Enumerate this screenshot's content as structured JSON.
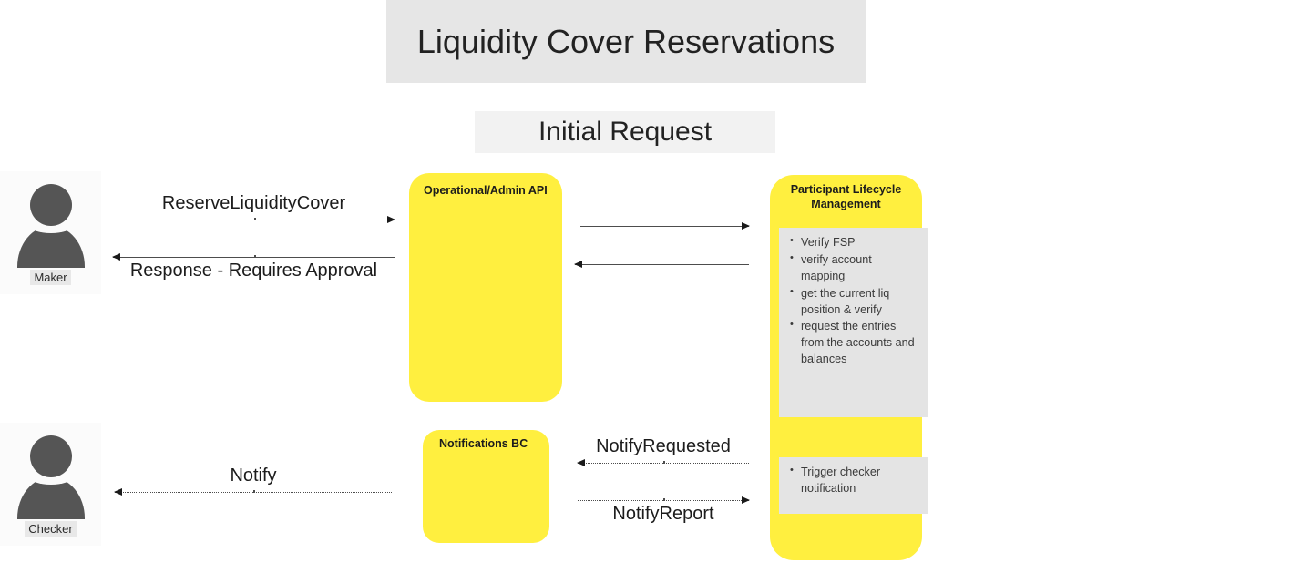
{
  "diagram": {
    "title": "Liquidity Cover Reservations",
    "subtitle": "Initial Request",
    "actors": [
      {
        "id": "maker",
        "label": "Maker",
        "icon": "person-icon"
      },
      {
        "id": "checker",
        "label": "Checker",
        "icon": "person-icon"
      }
    ],
    "participants": [
      {
        "id": "api",
        "title": "Operational/Admin API",
        "color": "#ffef3f"
      },
      {
        "id": "notifications",
        "title": "Notifications BC",
        "color": "#ffef3f"
      },
      {
        "id": "plm",
        "title": "Participant Lifecycle Management",
        "color": "#ffef3f"
      }
    ],
    "notes": [
      {
        "id": "verify-note",
        "owner": "plm",
        "items": [
          "Verify FSP",
          "verify account mapping",
          "get the current liq position & verify",
          "request the entries from the accounts and balances"
        ]
      },
      {
        "id": "trigger-note",
        "owner": "plm",
        "items": [
          "Trigger checker notification"
        ]
      }
    ],
    "messages": [
      {
        "id": "reserve",
        "label": "ReserveLiquidityCover",
        "from": "maker",
        "to": "api",
        "direction": "right",
        "style": "solid",
        "label_pos": "above"
      },
      {
        "id": "response",
        "label": "Response - Requires Approval",
        "from": "api",
        "to": "maker",
        "direction": "left",
        "style": "solid",
        "label_pos": "below"
      },
      {
        "id": "api-plm-1",
        "label": "",
        "from": "api",
        "to": "plm",
        "direction": "right",
        "style": "solid",
        "label_pos": "above"
      },
      {
        "id": "api-plm-2",
        "label": "",
        "from": "plm",
        "to": "api",
        "direction": "left",
        "style": "solid",
        "label_pos": "below"
      },
      {
        "id": "notify-requested",
        "label": "NotifyRequested",
        "from": "plm",
        "to": "notifications",
        "direction": "left",
        "style": "dotted",
        "label_pos": "above"
      },
      {
        "id": "notify-report",
        "label": "NotifyReport",
        "from": "notifications",
        "to": "plm",
        "direction": "right",
        "style": "dotted",
        "label_pos": "below"
      },
      {
        "id": "notify",
        "label": "Notify",
        "from": "notifications",
        "to": "checker",
        "direction": "left",
        "style": "dotted",
        "label_pos": "above"
      }
    ],
    "colors": {
      "participant_fill": "#ffef3f",
      "note_fill": "#e4e4e4",
      "title_banner_fill": "#e6e6e6",
      "subtitle_banner_fill": "#f2f2f2",
      "actor_fill": "#555555",
      "line": "#4d4d4d"
    }
  }
}
